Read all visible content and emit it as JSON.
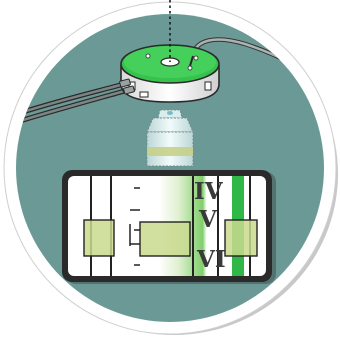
{
  "diagram": {
    "layer_labels": [
      "IV",
      "V",
      "VI"
    ],
    "colors": {
      "background_disc": "#6b9a96",
      "rim": "#ffffff",
      "rim_shadow": "#8a8a8a",
      "accent_green": "#2fb847",
      "light_green": "#c8e6a6",
      "roi_fill": "#c9d98e",
      "objective_band": "#c7d08a",
      "objective_glass": "#ddeeee",
      "outline": "#2a2a2a"
    },
    "icons": [
      "microscope-objective-icon",
      "perfusion-chamber-icon",
      "cortical-slice-icon"
    ]
  }
}
